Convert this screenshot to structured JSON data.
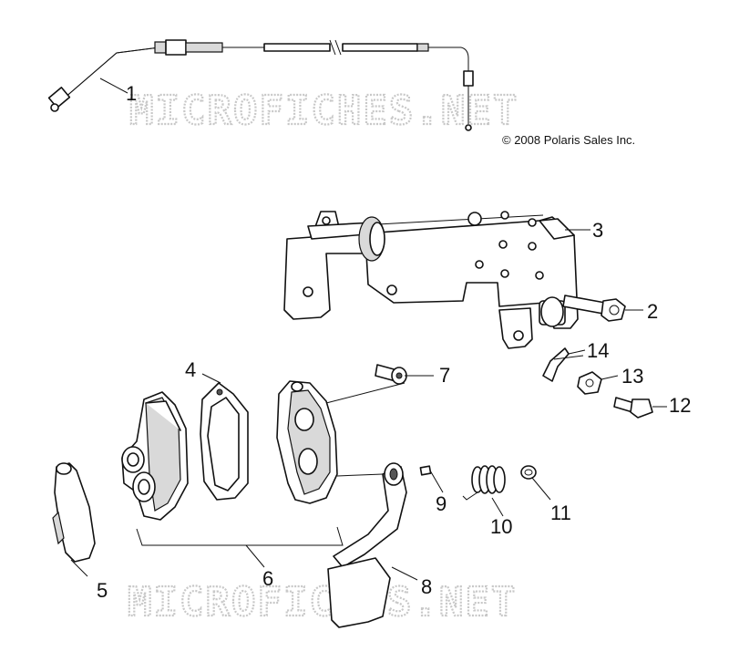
{
  "copyright": "© 2008 Polaris Sales Inc.",
  "watermark": "MICROFICHES.NET",
  "callouts": [
    "1",
    "2",
    "3",
    "4",
    "5",
    "6",
    "7",
    "8",
    "9",
    "10",
    "11",
    "12",
    "13",
    "14"
  ],
  "colors": {
    "line": "#111111",
    "watermark": "#c8c8c8",
    "shade": "#d9d9d9"
  }
}
